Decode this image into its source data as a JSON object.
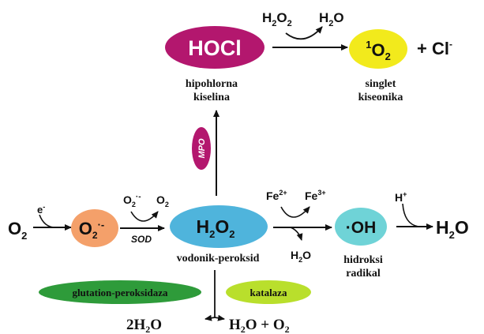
{
  "colors": {
    "hocl_fill": "#b3176e",
    "singlet_fill": "#f2ea1c",
    "superoxide_fill": "#f4a06a",
    "h2o2_fill": "#4fb4dc",
    "oh_fill": "#6fd3d7",
    "mpo_fill": "#b3176e",
    "gpx_fill": "#2e9b3a",
    "catalase_fill": "#b9df2c"
  },
  "hocl": {
    "label": "HOCl",
    "caption_line1": "hipohlorna",
    "caption_line2": "kiselina"
  },
  "singlet": {
    "sup": "1",
    "base": "O",
    "sub": "2",
    "caption_line1": "singlet",
    "caption_line2": "kiseonika"
  },
  "plus_cl": "+ Cl",
  "cl_sup": "-",
  "top_h2o2": {
    "base": "H",
    "sub": "2",
    "tail": "O",
    "tail_sub": "2"
  },
  "top_h2o": {
    "base": "H",
    "sub": "2",
    "tail": "O"
  },
  "mpo": "MPO",
  "o2_left": {
    "base": "O",
    "sub": "2"
  },
  "electron": "e",
  "electron_sup": "-",
  "superoxide": {
    "base": "O",
    "sub": "2",
    "sup": "·-"
  },
  "sod_in": {
    "base": "O",
    "sub": "2",
    "sup": "·-"
  },
  "sod_out": {
    "base": "O",
    "sub": "2"
  },
  "sod": "SOD",
  "h2o2": {
    "base": "H",
    "sub": "2",
    "tail": "O",
    "tail_sub": "2",
    "caption": "vodonik-peroksid"
  },
  "fe2": {
    "base": "Fe",
    "sup": "2+"
  },
  "fe3": {
    "base": "Fe",
    "sup": "3+"
  },
  "fenton_h2o": {
    "base": "H",
    "sub": "2",
    "tail": "O"
  },
  "oh": {
    "label": "·OH",
    "caption_line1": "hidroksi",
    "caption_line2": "radikal"
  },
  "proton": {
    "base": "H",
    "sup": "+"
  },
  "final_h2o": {
    "base": "H",
    "sub": "2",
    "tail": "O"
  },
  "gpx": "glutation-peroksidaza",
  "catalase": "katalaza",
  "product_left": {
    "coef": "2H",
    "sub": "2",
    "tail": "O"
  },
  "product_right": {
    "base": "H",
    "sub": "2",
    "tail": "O + O",
    "tail_sub": "2"
  }
}
